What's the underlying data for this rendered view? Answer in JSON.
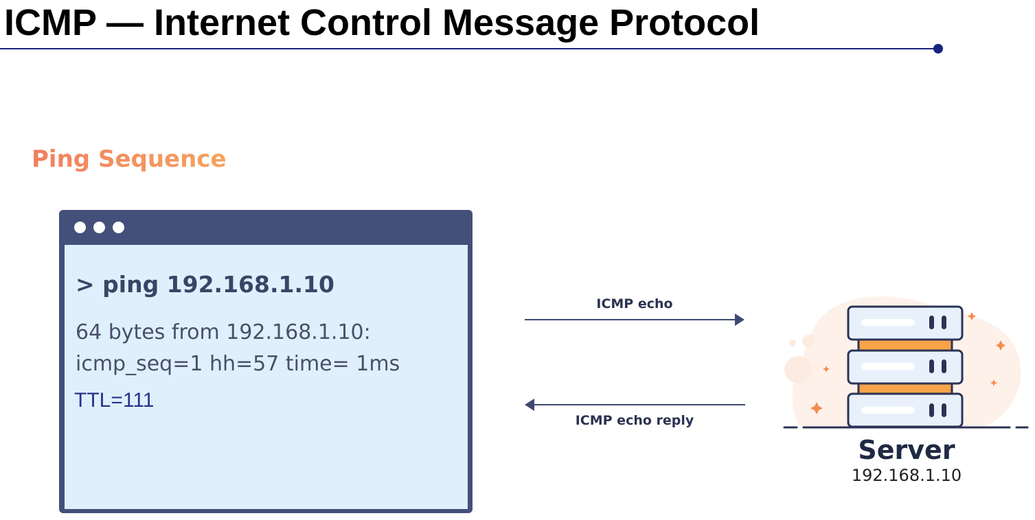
{
  "header": {
    "title": "ICMP — Internet Control Message Protocol"
  },
  "section": {
    "title": "Ping Sequence"
  },
  "terminal": {
    "command": "> ping 192.168.1.10",
    "output_line1": "64 bytes from 192.168.1.10:",
    "output_line2": "icmp_seq=1 hh=57 time= 1ms",
    "output_line3": "TTL=111"
  },
  "arrows": {
    "request_label": "ICMP echo",
    "reply_label": "ICMP echo reply"
  },
  "server": {
    "label": "Server",
    "ip": "192.168.1.10"
  },
  "colors": {
    "accent_navy": "#1a237e",
    "terminal_frame": "#43507a",
    "terminal_bg": "#dff0fc",
    "section_title": "#f08a5d",
    "server_body": "#e8f1fb",
    "server_stroke": "#2b3456",
    "server_spacer": "#f7a349",
    "sparkle": "#f58a4b"
  },
  "icons": [
    "window-dots-icon",
    "right-arrow-icon",
    "left-arrow-icon",
    "server-rack-icon",
    "sparkle-icon"
  ]
}
